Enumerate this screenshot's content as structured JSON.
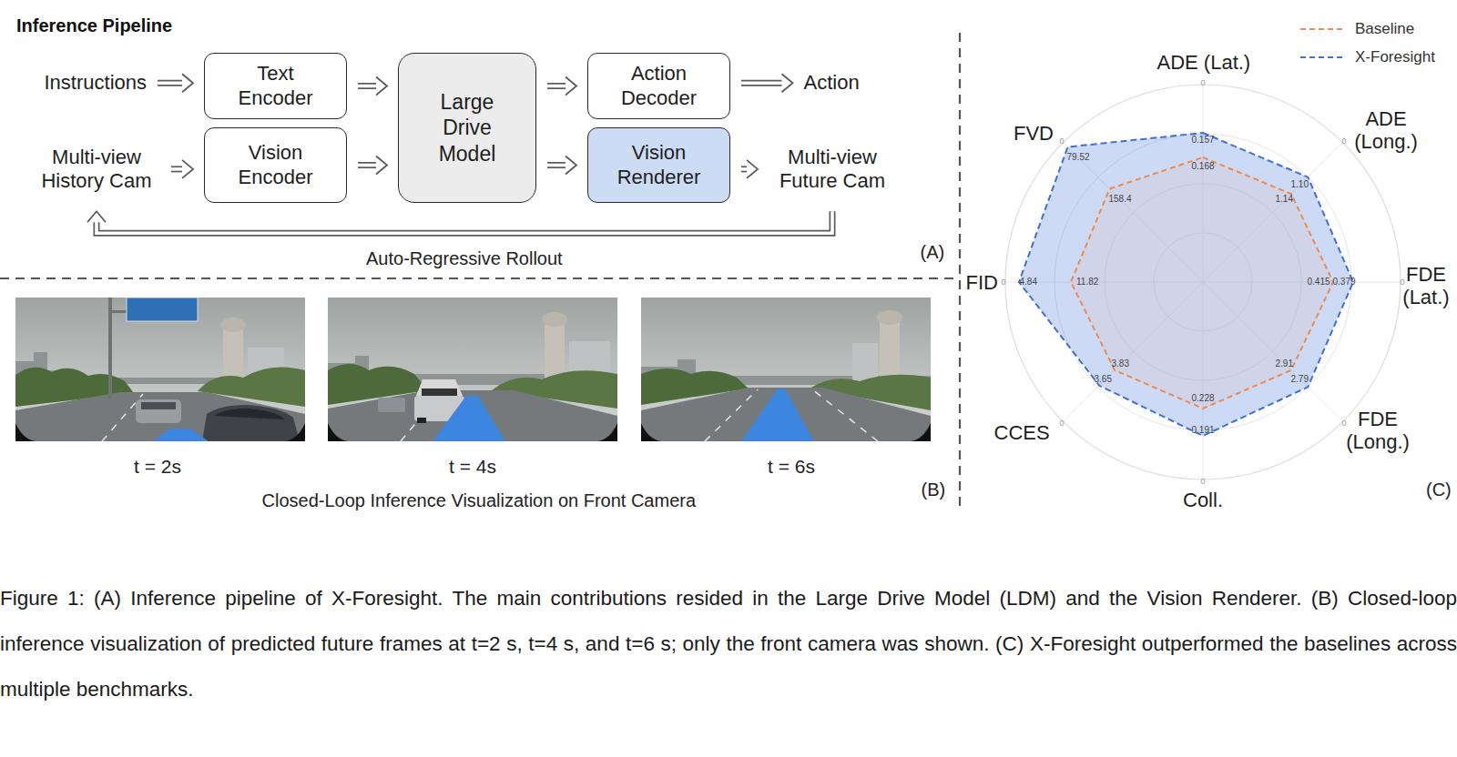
{
  "diagram": {
    "title": "Inference Pipeline",
    "caption": "Figure 1: (A) Inference pipeline of X-Foresight. The main contributions resided in the Large Drive Model (LDM) and the Vision Renderer. (B) Closed-loop inference visualization of predicted future frames at t=2 s, t=4 s, and t=6 s; only the front camera was shown. (C) X-Foresight outperformed the baselines across multiple benchmarks.",
    "nodes": [
      {
        "text": [
          "Instructions"
        ]
      },
      {
        "text": [
          "Multi-view History Cam"
        ]
      },
      {
        "text": [
          "Text Encoder"
        ]
      },
      {
        "text": [
          "Vision Encoder"
        ]
      },
      {
        "text": [
          "Large Drive Model"
        ]
      },
      {
        "text": [
          "Action Decoder"
        ]
      },
      {
        "text": [
          "Vision Renderer"
        ]
      },
      {
        "text": [
          "Action"
        ]
      },
      {
        "text": [
          "Multi-view Future Cam"
        ]
      }
    ],
    "edges": [
      {
        "from": 0,
        "to": 2,
        "arrow": "to"
      },
      {
        "from": 1,
        "to": 3,
        "arrow": "to"
      },
      {
        "from": 2,
        "to": 4,
        "arrow": "to"
      },
      {
        "from": 3,
        "to": 4,
        "arrow": "to"
      },
      {
        "from": 4,
        "to": 5,
        "arrow": "to"
      },
      {
        "from": 4,
        "to": 6,
        "arrow": "to"
      },
      {
        "from": 5,
        "to": 7,
        "arrow": "to"
      },
      {
        "from": 6,
        "to": 8,
        "arrow": "to"
      },
      {
        "from": 8,
        "to": 1,
        "label": "Auto-Regressive Rollout",
        "arrow": "to"
      }
    ],
    "labels": [
      "(A)",
      "t = 2s",
      "t = 4s",
      "t = 6s",
      "Closed-Loop Inference Visualization on Front Camera",
      "(B)",
      "ADE (Lat.)",
      "ADE (Long.)",
      "FDE (Lat.)",
      "FDE (Long.)",
      "Coll.",
      "CCES",
      "FID",
      "FVD",
      "0.157",
      "0.168",
      "1.10",
      "1.14",
      "0.379",
      "0.415",
      "2.79",
      "2.91",
      "0.191",
      "0.228",
      "3.65",
      "3.83",
      "4.84",
      "11.82",
      "79.52",
      "158.4",
      "0",
      "0",
      "0",
      "0",
      "0",
      "0",
      "0",
      "0",
      "(C)"
    ],
    "legend": [
      {
        "text": "Baseline"
      },
      {
        "text": "X-Foresight"
      }
    ]
  }
}
